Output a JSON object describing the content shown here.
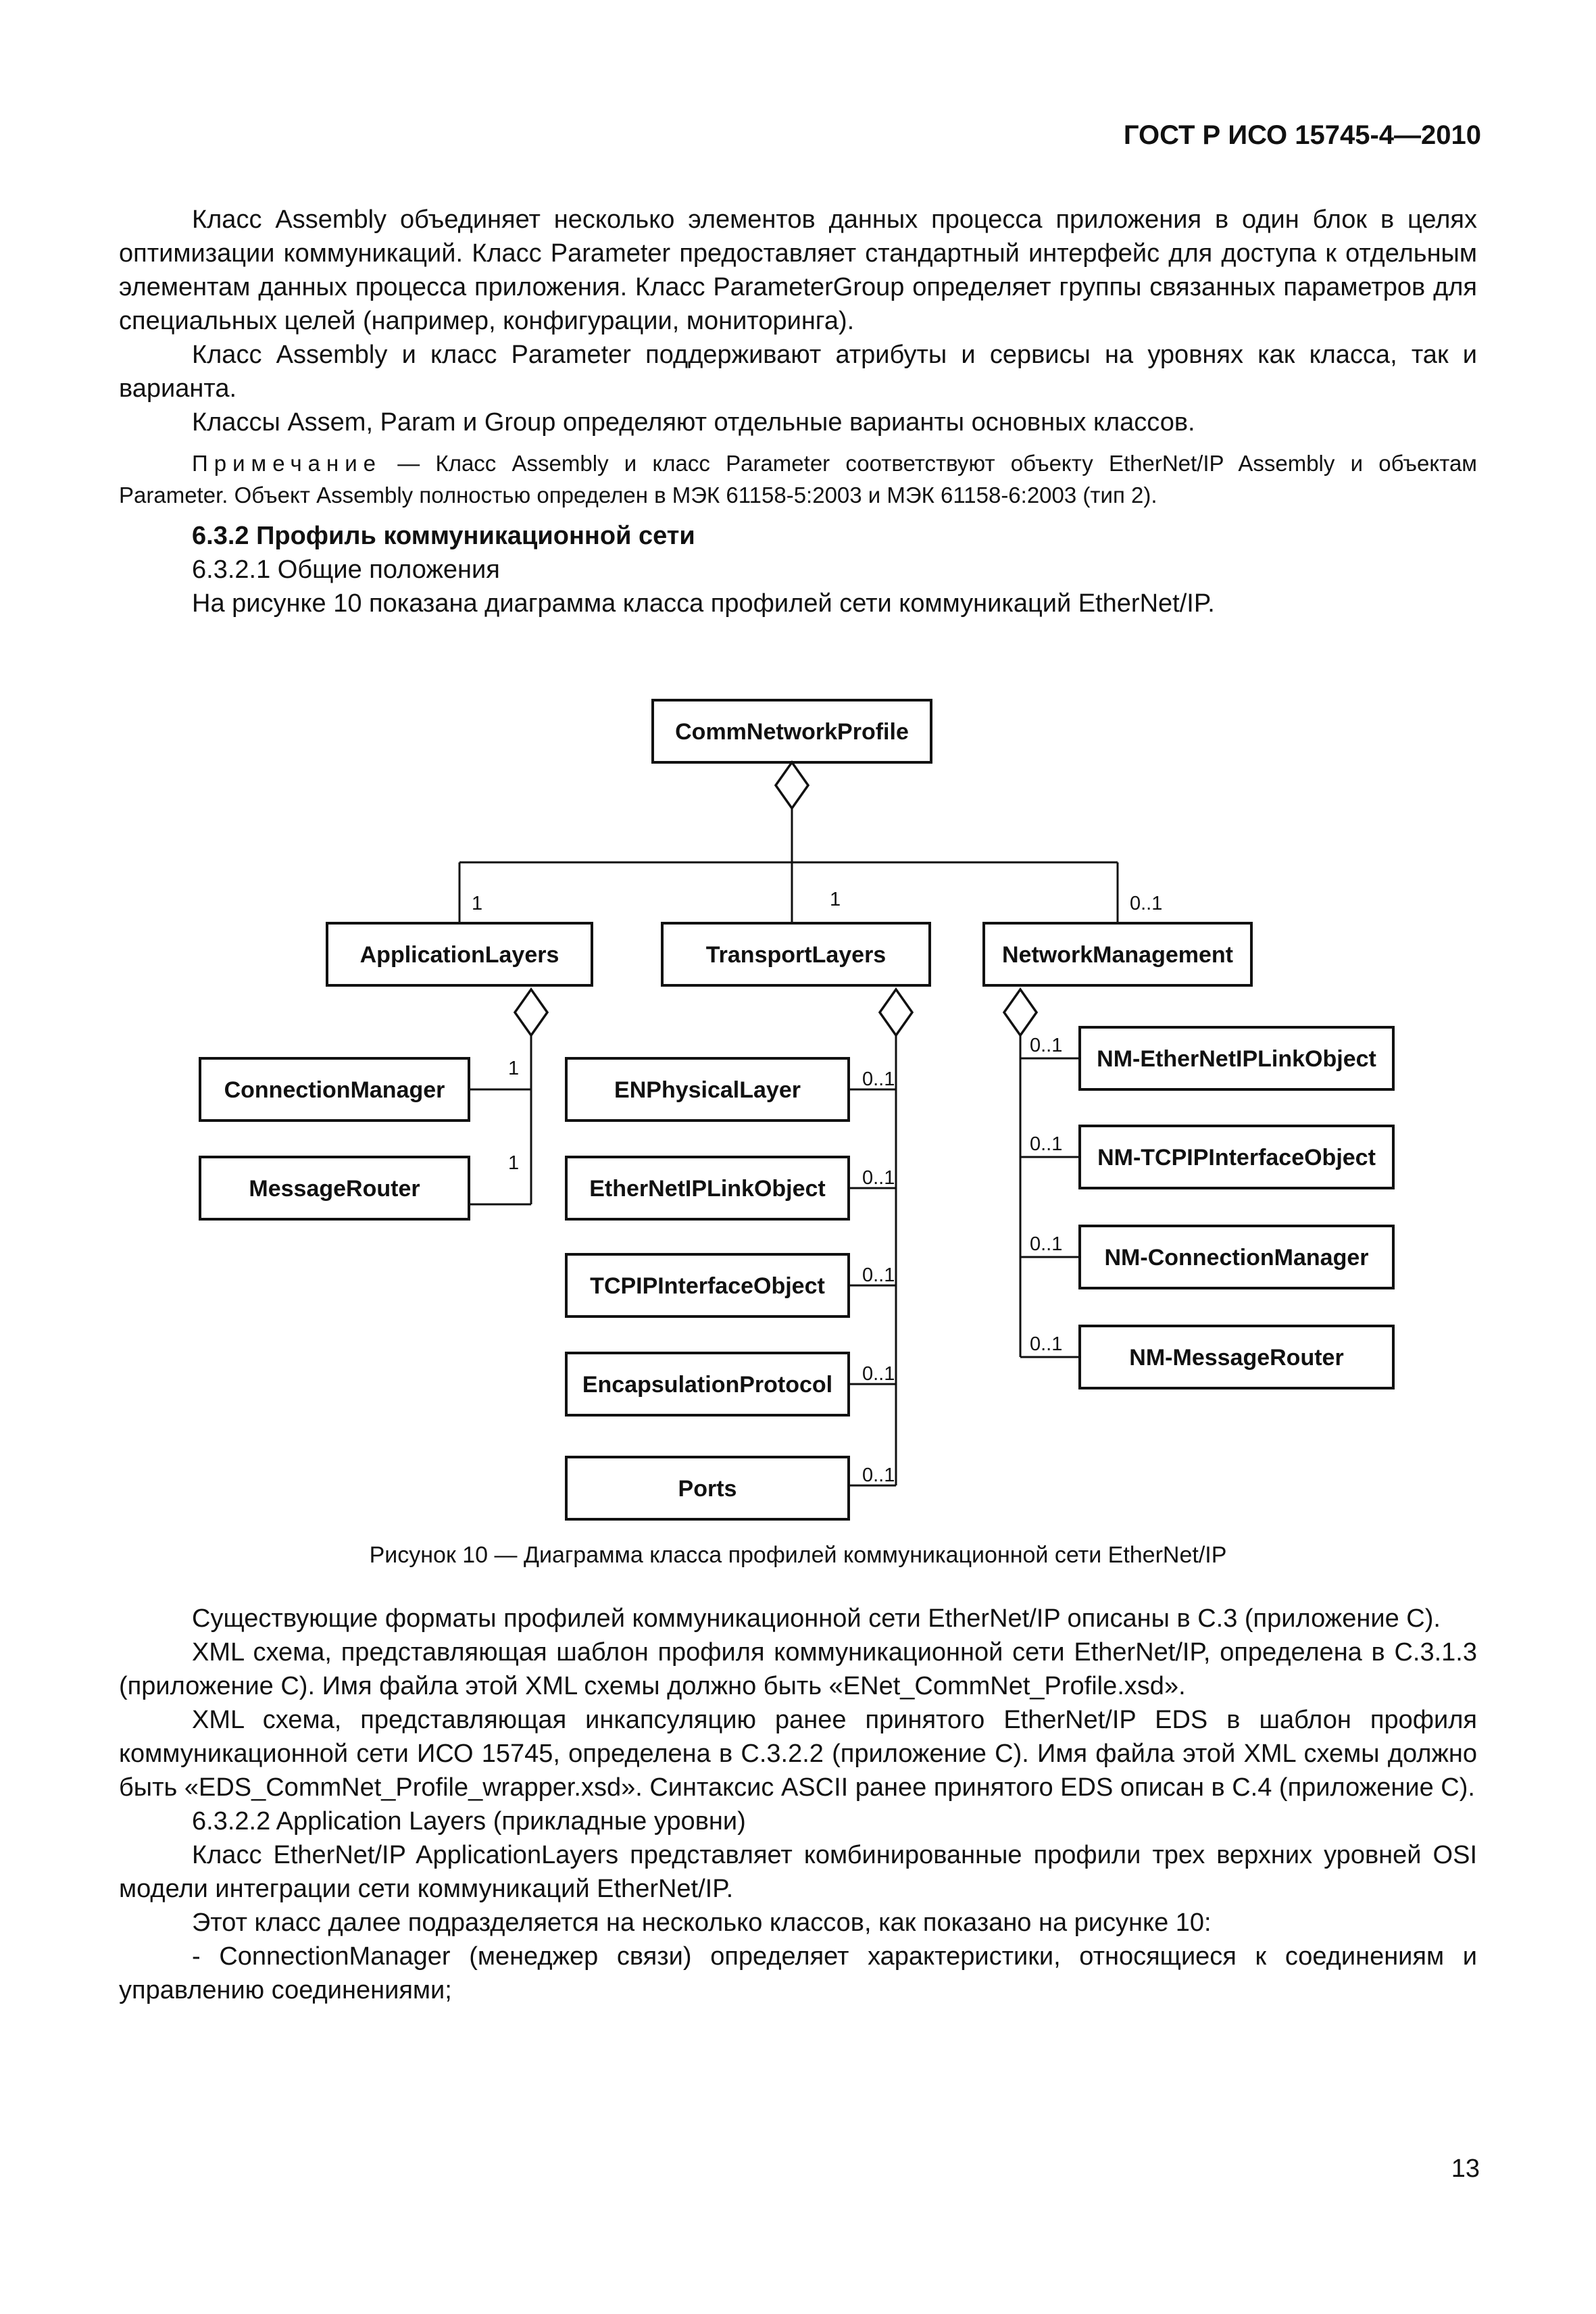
{
  "header": {
    "standard": "ГОСТ Р ИСО 15745-4—2010"
  },
  "intro": {
    "p1": "Класс Assembly объединяет несколько элементов данных процесса приложения в один блок в целях оптимизации коммуникаций. Класс Parameter предоставляет стандартный интерфейс для доступа к отдельным элементам данных процесса приложения. Класс ParameterGroup определяет группы связанных параметров для специальных целей (например, конфигурации, мониторинга).",
    "p2": "Класс Assembly и класс Parameter поддерживают атрибуты и сервисы на уровнях как класса, так и варианта.",
    "p3": "Классы Assem, Param и Group определяют отдельные варианты основных классов.",
    "note_label": "Примечание",
    "note_text": " — Класс Assembly и класс Parameter соответствуют объекту EtherNet/IP Assembly и объектам Parameter. Объект Assembly полностью определен в МЭК 61158-5:2003 и МЭК 61158-6:2003 (тип 2).",
    "section_title": "6.3.2 Профиль коммуникационной сети",
    "subsection": "6.3.2.1 Общие положения",
    "p4": "На рисунке 10 показана диаграмма класса профилей сети коммуникаций EtherNet/IP."
  },
  "diagram": {
    "root": "CommNetworkProfile",
    "level1": [
      {
        "name": "ApplicationLayers",
        "mult": "1"
      },
      {
        "name": "TransportLayers",
        "mult": "1"
      },
      {
        "name": "NetworkManagement",
        "mult": "0..1"
      }
    ],
    "application_children": [
      {
        "name": "ConnectionManager",
        "mult": "1"
      },
      {
        "name": "MessageRouter",
        "mult": "1"
      }
    ],
    "transport_children": [
      {
        "name": "ENPhysicalLayer",
        "mult": "0..1"
      },
      {
        "name": "EtherNetIPLinkObject",
        "mult": "0..1"
      },
      {
        "name": "TCPIPInterfaceObject",
        "mult": "0..1"
      },
      {
        "name": "EncapsulationProtocol",
        "mult": "0..1"
      },
      {
        "name": "Ports",
        "mult": "0..1"
      }
    ],
    "management_children": [
      {
        "name": "NM-EtherNetIPLinkObject",
        "mult": "0..1"
      },
      {
        "name": "NM-TCPIPInterfaceObject",
        "mult": "0..1"
      },
      {
        "name": "NM-ConnectionManager",
        "mult": "0..1"
      },
      {
        "name": "NM-MessageRouter",
        "mult": "0..1"
      }
    ],
    "caption": "Рисунок 10 — Диаграмма класса профилей коммуникационной сети EtherNet/IP"
  },
  "body": {
    "p5": "Существующие форматы профилей коммуникационной сети EtherNet/IP описаны в С.3 (приложение С).",
    "p6": "XML схема, представляющая шаблон профиля коммуникационной сети EtherNet/IP, определена в С.3.1.3 (приложение С). Имя файла этой XML схемы должно быть «ENet_CommNet_Profile.xsd».",
    "p7": "XML схема, представляющая инкапсуляцию ранее принятого EtherNet/IP EDS в шаблон профиля коммуникационной сети ИСО 15745, определена в С.3.2.2 (приложение С). Имя файла этой XML схемы должно быть «EDS_CommNet_Profile_wrapper.xsd». Синтаксис ASCII ранее принятого EDS описан в С.4 (приложение С).",
    "p8": "6.3.2.2 Application Layers (прикладные уровни)",
    "p9": "Класс EtherNet/IP ApplicationLayers представляет комбинированные профили трех верхних уровней OSI модели интеграции сети коммуникаций EtherNet/IP.",
    "p10": "Этот класс далее подразделяется на несколько классов, как показано на рисунке 10:",
    "p11": "- ConnectionManager (менеджер связи) определяет характеристики, относящиеся к соединениям и управлению соединениями;"
  },
  "footer": {
    "page_number": "13"
  }
}
